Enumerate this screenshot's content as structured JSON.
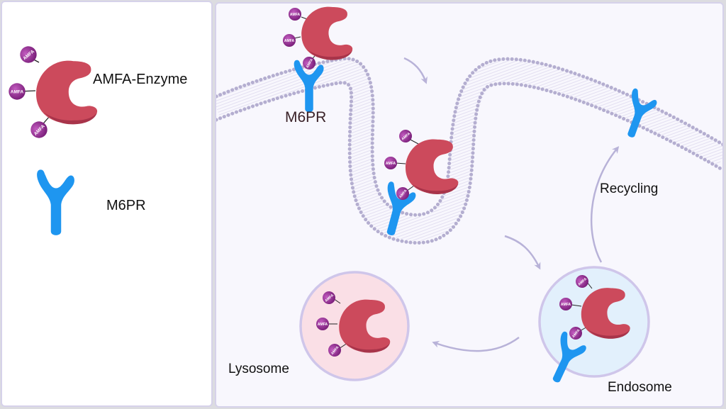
{
  "legend": {
    "enzyme_label": "AMFA-Enzyme",
    "receptor_label": "M6PR"
  },
  "diagram": {
    "membrane_receptor_label": "M6PR",
    "recycling_label": "Recycling",
    "endosome_label": "Endosome",
    "lysosome_label": "Lysosome",
    "amfa_tag": "AMFA"
  },
  "colors": {
    "enzyme": "#cc4a5c",
    "enzyme_shadow": "#a8344a",
    "amfa": "#8e2a8c",
    "receptor": "#1e96f0",
    "membrane": "#b4aed0",
    "arrow": "#b8b2d8",
    "endosome_fill": "#e2f0fc",
    "lysosome_fill": "#fadfe6",
    "vesicle_border": "#cfc6ea"
  }
}
